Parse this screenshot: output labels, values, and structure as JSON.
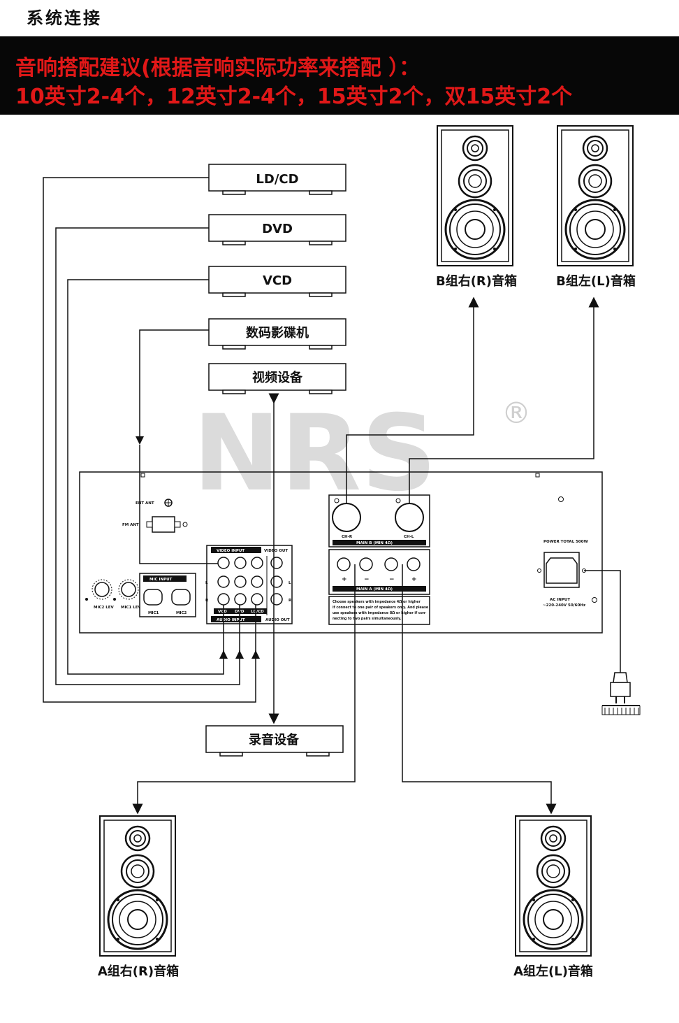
{
  "header": {
    "title": "系统连接",
    "banner_line1": "音响搭配建议(根据音响实际功率来搭配 ）：",
    "banner_line2": "10英寸2-4个，12英寸2-4个，15英寸2个，双15英寸2个"
  },
  "watermark": {
    "text": "NRS",
    "registered": "®"
  },
  "sources": {
    "ld_cd": "LD/CD",
    "dvd": "DVD",
    "vcd": "VCD",
    "digital_player": "数码影碟机",
    "video_device": "视频设备",
    "recorder": "录音设备"
  },
  "speakers": {
    "b_right": "B组右(R)音箱",
    "b_left": "B组左(L)音箱",
    "a_right": "A组右(R)音箱",
    "a_left": "A组左(L)音箱"
  },
  "amp_panel": {
    "ant1": "ENT ANT",
    "ant2": "FM ANT",
    "video_input": "VIDEO   INPUT",
    "video_out": "VIDEO OUT",
    "audio_input": "AUDIO   INPUT",
    "audio_out": "AUDIO OUT",
    "mic_input": "MIC   INPUT",
    "mic1": "MIC1",
    "mic2": "MIC2",
    "mic_knob1": "MIC2 LEV",
    "mic_knob2": "MIC1 LEV",
    "ch_r": "CH-R",
    "ch_l": "CH-L",
    "main_b": "MAIN  B  (MIN 4Ω)",
    "main_a": "MAIN  A  (MIN 4Ω)",
    "warning_lines": [
      "Choose speakers with impedance 4Ω or higher",
      "if connect to one pair of speakers only. And please",
      "use speakers with impedance 8Ω or higher if con-",
      "necting to two pairs simultaneously."
    ],
    "power_label": "POWER TOTAL 500W",
    "ac_input": "AC INPUT",
    "ac_spec": "~220-240V 50/60Hz",
    "vcd_tab": "VCD",
    "dvd_tab": "DVD",
    "ldcd_tab": "LD/CD",
    "l_mark": "L",
    "r_mark": "R"
  }
}
